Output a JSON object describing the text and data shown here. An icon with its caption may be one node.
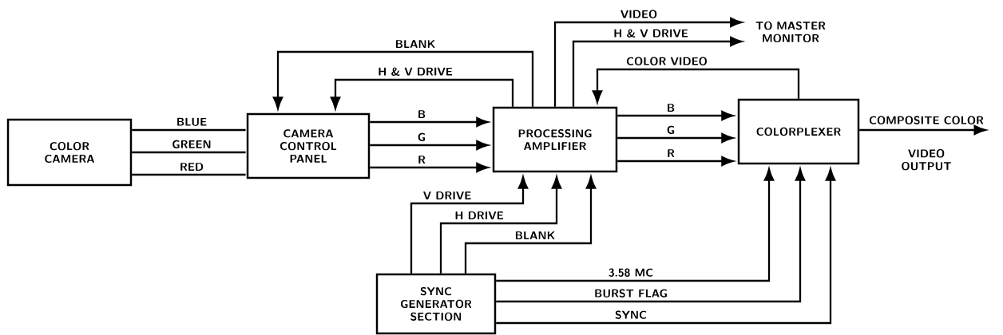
{
  "diagram": {
    "nodes": [
      {
        "text": [
          "COLOR CAMERA"
        ]
      },
      {
        "text": [
          "CAMERA CONTROL PANEL"
        ]
      },
      {
        "text": [
          "PROCESSING AMPLIFIER"
        ]
      },
      {
        "text": [
          "COLORPLEXER"
        ]
      },
      {
        "text": [
          "SYNC GENERATOR SECTION"
        ]
      },
      {
        "text": [
          "TO MASTER MONITOR"
        ]
      }
    ],
    "edges": [
      {
        "from": 0,
        "to": 1,
        "arrow": "none",
        "label": "BLUE"
      },
      {
        "from": 0,
        "to": 1,
        "arrow": "none",
        "label": "GREEN"
      },
      {
        "from": 0,
        "to": 1,
        "arrow": "none",
        "label": "RED"
      },
      {
        "from": 1,
        "to": 2,
        "arrow": "to",
        "label": "B"
      },
      {
        "from": 1,
        "to": 2,
        "arrow": "to",
        "label": "G"
      },
      {
        "from": 1,
        "to": 2,
        "arrow": "to",
        "label": "R"
      },
      {
        "from": 2,
        "to": 1,
        "arrow": "to",
        "label": "BLANK"
      },
      {
        "from": 2,
        "to": 1,
        "arrow": "to",
        "label": "H & V DRIVE"
      },
      {
        "from": 2,
        "to": 5,
        "arrow": "to",
        "label": "VIDEO"
      },
      {
        "from": 2,
        "to": 5,
        "arrow": "to",
        "label": "H & V DRIVE"
      },
      {
        "from": 3,
        "to": 2,
        "arrow": "to",
        "label": "COLOR VIDEO"
      },
      {
        "from": 2,
        "to": 3,
        "arrow": "to",
        "label": "B"
      },
      {
        "from": 2,
        "to": 3,
        "arrow": "to",
        "label": "G"
      },
      {
        "from": 2,
        "to": 3,
        "arrow": "to",
        "label": "R"
      },
      {
        "from": 3,
        "to": null,
        "arrow": "to",
        "label": "COMPOSITE COLOR"
      },
      {
        "from": 4,
        "to": 2,
        "arrow": "to",
        "label": "V DRIVE"
      },
      {
        "from": 4,
        "to": 2,
        "arrow": "to",
        "label": "H DRIVE"
      },
      {
        "from": 4,
        "to": 2,
        "arrow": "to",
        "label": "BLANK"
      },
      {
        "from": 4,
        "to": 3,
        "arrow": "to",
        "label": "3.58 MC"
      },
      {
        "from": 4,
        "to": 3,
        "arrow": "to",
        "label": "BURST FLAG"
      },
      {
        "from": 4,
        "to": 3,
        "arrow": "to",
        "label": "SYNC"
      }
    ],
    "labels": [
      "VIDEO OUTPUT"
    ]
  }
}
